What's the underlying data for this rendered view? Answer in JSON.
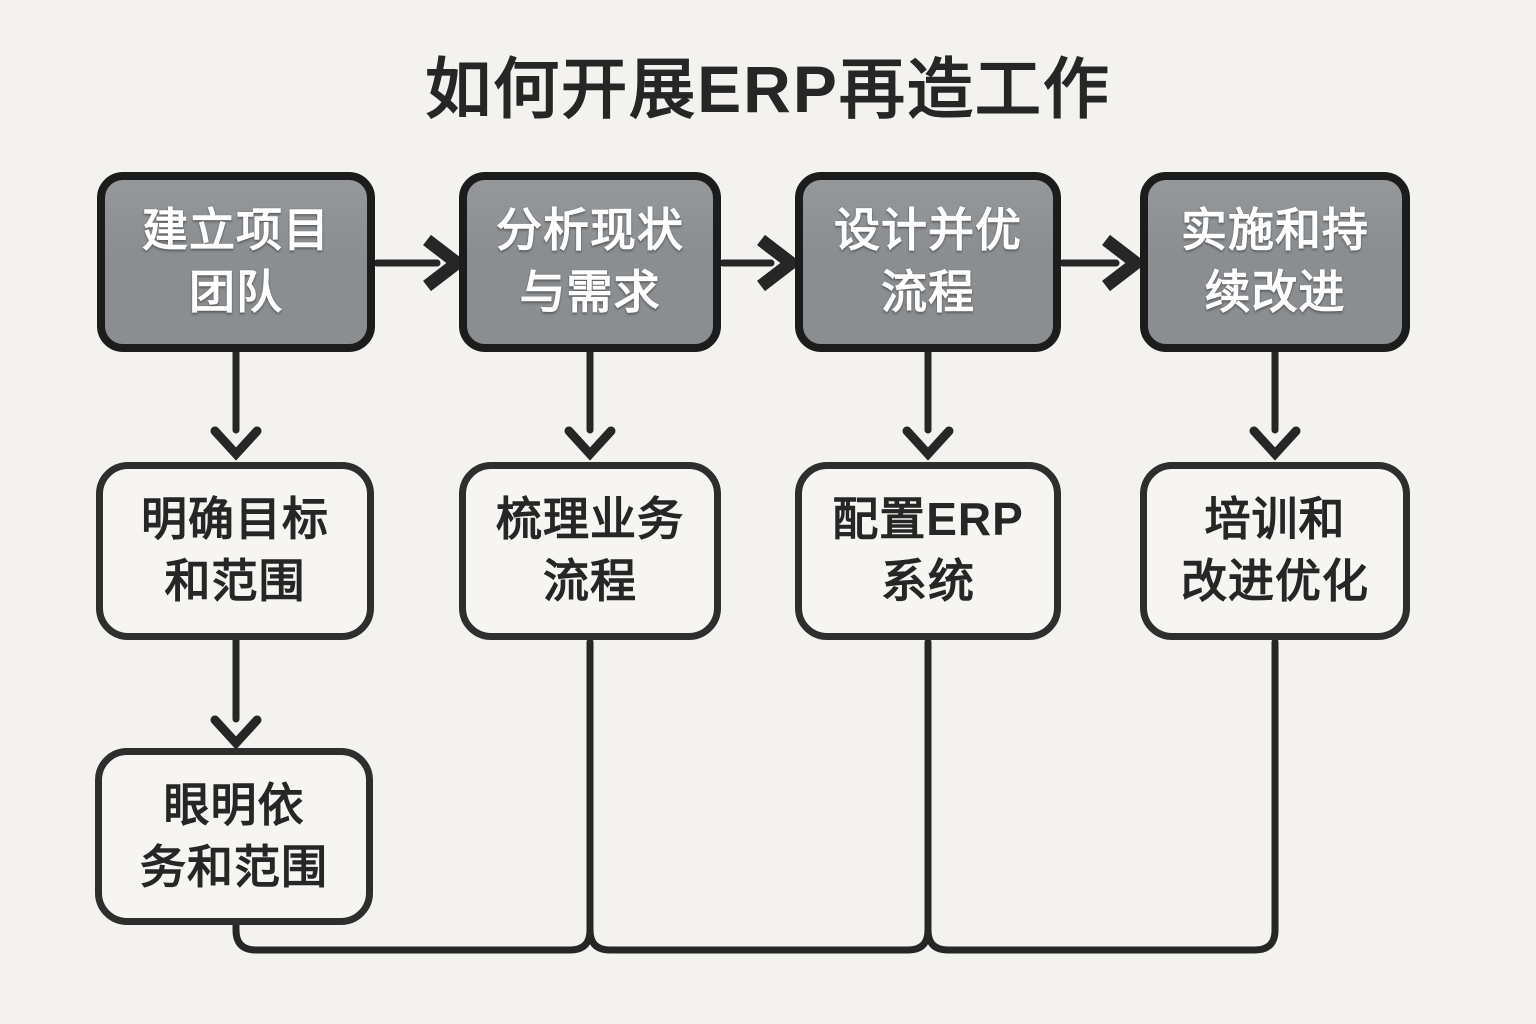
{
  "title": "如何开展ERP再造工作",
  "colors": {
    "background": "#f3f2ef",
    "box_gray": "#8b8e91",
    "box_light": "#f6f5f2",
    "ink": "#262626",
    "text_on_gray": "#ffffff"
  },
  "columns": [
    {
      "stage": {
        "lines": [
          "建立项目",
          "团队"
        ]
      },
      "detail": {
        "lines": [
          "明确目标",
          "和范围"
        ]
      },
      "extra": {
        "lines": [
          "眼明依",
          "务和范围"
        ]
      }
    },
    {
      "stage": {
        "lines": [
          "分析现状",
          "与需求"
        ]
      },
      "detail": {
        "lines": [
          "梳理业务",
          "流程"
        ]
      }
    },
    {
      "stage": {
        "lines": [
          "设计并优",
          "流程"
        ]
      },
      "detail": {
        "lines": [
          "配置ERP",
          "系统"
        ]
      }
    },
    {
      "stage": {
        "lines": [
          "实施和持",
          "续改进"
        ]
      },
      "detail": {
        "lines": [
          "培训和",
          "改进优化"
        ]
      }
    }
  ]
}
